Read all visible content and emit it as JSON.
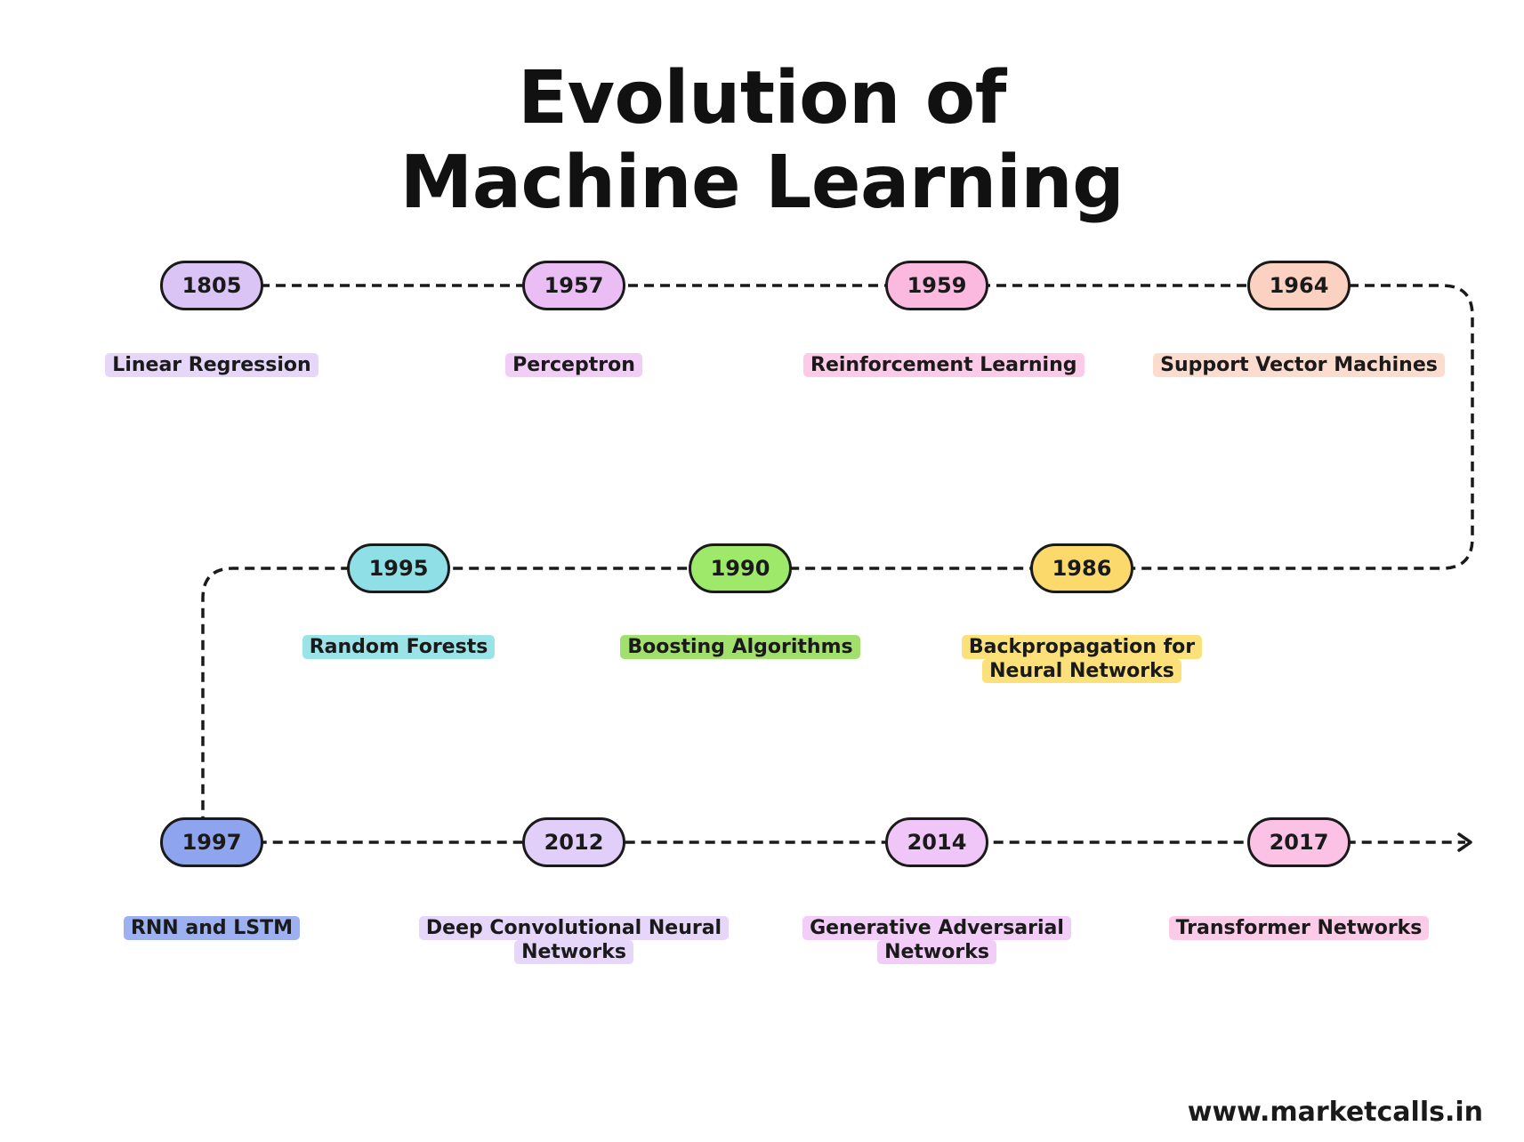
{
  "title": {
    "line1": "Evolution of",
    "line2": "Machine Learning"
  },
  "milestones": [
    {
      "year": "1805",
      "label": "Linear Regression",
      "color": "#d9c4f5",
      "label_bg": "#e6d6f9"
    },
    {
      "year": "1957",
      "label": "Perceptron",
      "color": "#ebbdf5",
      "label_bg": "#f1cdf7"
    },
    {
      "year": "1959",
      "label": "Reinforcement Learning",
      "color": "#fbb9e0",
      "label_bg": "#fccbe8"
    },
    {
      "year": "1964",
      "label": "Support Vector Machines",
      "color": "#fbd2c2",
      "label_bg": "#fcdccf"
    },
    {
      "year": "1986",
      "label": "Backpropagation for Neural Networks",
      "color": "#fbd96a",
      "label_bg": "#fce07a"
    },
    {
      "year": "1990",
      "label": "Boosting Algorithms",
      "color": "#9ee86a",
      "label_bg": "#a2e06e"
    },
    {
      "year": "1995",
      "label": "Random Forests",
      "color": "#8fe0e6",
      "label_bg": "#9ae4e8"
    },
    {
      "year": "1997",
      "label": "RNN and LSTM",
      "color": "#8ea4ef",
      "label_bg": "#9db1f1"
    },
    {
      "year": "2012",
      "label": "Deep Convolutional Neural Networks",
      "color": "#e2cff9",
      "label_bg": "#e6d6f9"
    },
    {
      "year": "2014",
      "label": "Generative Adversarial Networks",
      "color": "#efc6f7",
      "label_bg": "#f1cdf7"
    },
    {
      "year": "2017",
      "label": "Transformer Networks",
      "color": "#fbc2e6",
      "label_bg": "#fccbe8"
    }
  ],
  "footer": {
    "url": "www.marketcalls.in"
  }
}
